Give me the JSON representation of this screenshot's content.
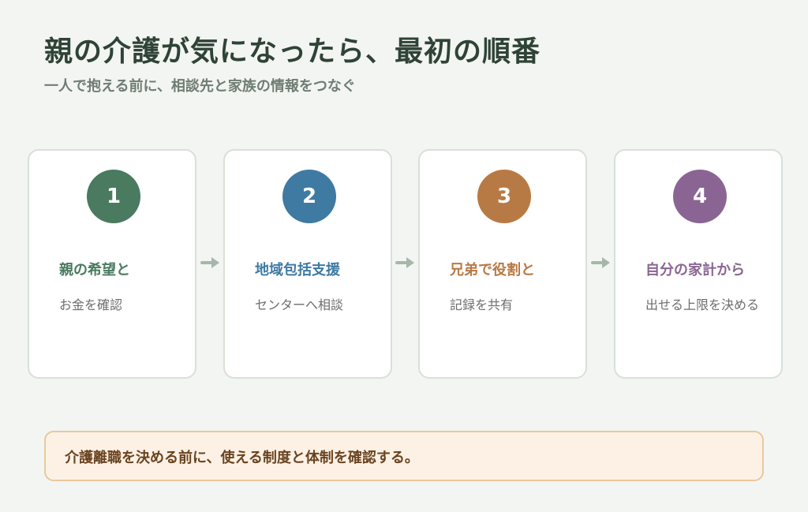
{
  "header": {
    "title": "親の介護が気になったら、最初の順番",
    "subtitle": "一人で抱える前に、相談先と家族の情報をつなぐ"
  },
  "steps": [
    {
      "number": "1",
      "title": "親の希望と",
      "desc": "お金を確認",
      "color": "#4a7a60"
    },
    {
      "number": "2",
      "title": "地域包括支援",
      "desc": "センターへ相談",
      "color": "#3f7aa3"
    },
    {
      "number": "3",
      "title": "兄弟で役割と",
      "desc": "記録を共有",
      "color": "#b87a44"
    },
    {
      "number": "4",
      "title": "自分の家計から",
      "desc": "出せる上限を決める",
      "color": "#8a6593"
    }
  ],
  "colors": {
    "arrow": "#a7b6ab",
    "note_background": "#fdf1e5",
    "note_border": "#e9c89c"
  },
  "note": {
    "text": "介護離職を決める前に、使える制度と体制を確認する。"
  }
}
